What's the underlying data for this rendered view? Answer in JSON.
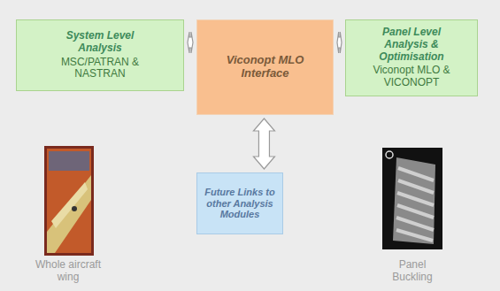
{
  "diagram": {
    "nodes": [
      {
        "text": [
          "System Level Analysis",
          "MSC/PATRAN & NASTRAN"
        ]
      },
      {
        "text": [
          "Viconopt MLO Interface"
        ]
      },
      {
        "text": [
          "Panel Level Analysis & Optimisation",
          "Viconopt MLO & VICONOPT"
        ]
      },
      {
        "text": [
          "Future Links to other Analysis Modules"
        ]
      }
    ],
    "edges": [
      {
        "from": 0,
        "to": 1,
        "arrow": "both"
      },
      {
        "from": 1,
        "to": 2,
        "arrow": "both"
      },
      {
        "from": 1,
        "to": 3,
        "arrow": "both"
      }
    ],
    "labels": [
      "Whole aircraft wing",
      "Panel Buckling"
    ]
  }
}
